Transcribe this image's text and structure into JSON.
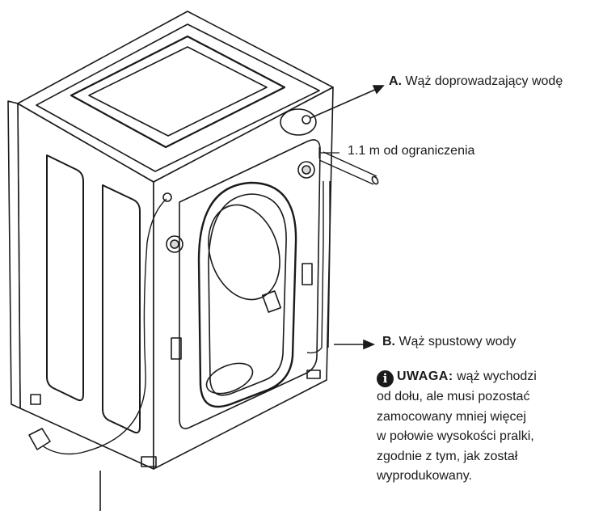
{
  "labels": {
    "a_letter": "A.",
    "a_text": "Wąż doprowadzający wodę",
    "distance": "1.1 m od ograniczenia",
    "b_letter": "B.",
    "b_text": "Wąż spustowy wody"
  },
  "note": {
    "icon_glyph": "i",
    "title": "UWAGA:",
    "lines": [
      "wąż wychodzi",
      "od dołu, ale musi pozostać",
      "zamocowany mniej więcej",
      "w połowie wysokości pralki,",
      "zgodnie z tym, jak został",
      "wyprodukowany."
    ]
  },
  "colors": {
    "line": "#1a1a1a",
    "panel": "#ffffff",
    "shade": "#d9d9d9"
  }
}
